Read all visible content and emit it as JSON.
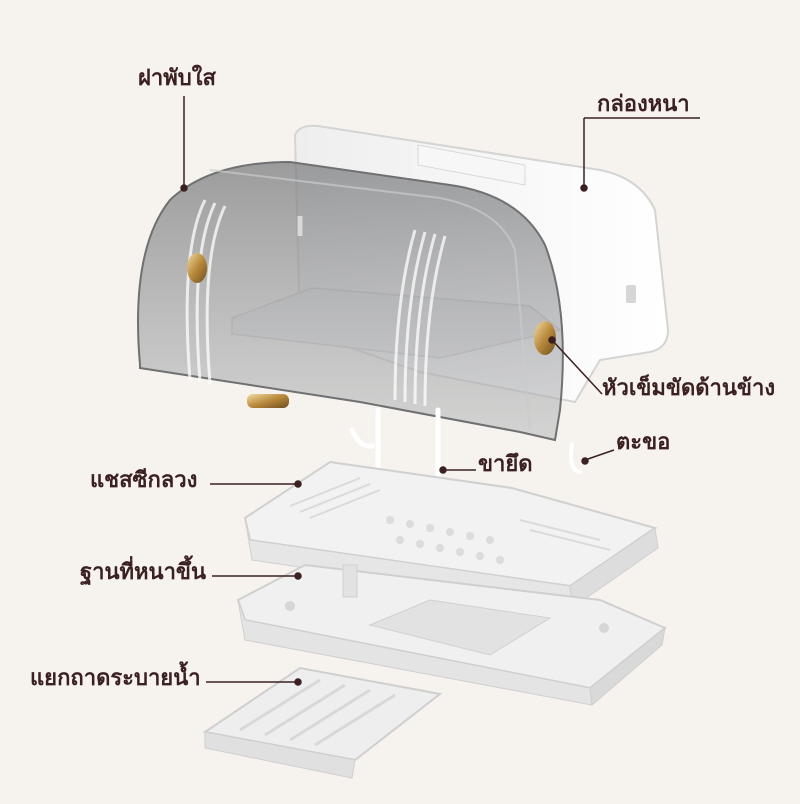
{
  "labels": {
    "lid": "ฝาพับใส",
    "box": "กล่องหนา",
    "pin": "หัวเข็มขัดด้านข้าง",
    "hook": "ตะขอ",
    "leg": "ขายึด",
    "rack": "แชสซีกลวง",
    "base": "ฐานที่หนาขึ้น",
    "tray": "แยกถาดระบายน้ำ"
  },
  "colors": {
    "background": "#f6f3ef",
    "label_text": "#3b2020",
    "leader_line": "#3b2020",
    "gold_clip": "#c9a055",
    "lid_tint": "#8e8f90"
  }
}
